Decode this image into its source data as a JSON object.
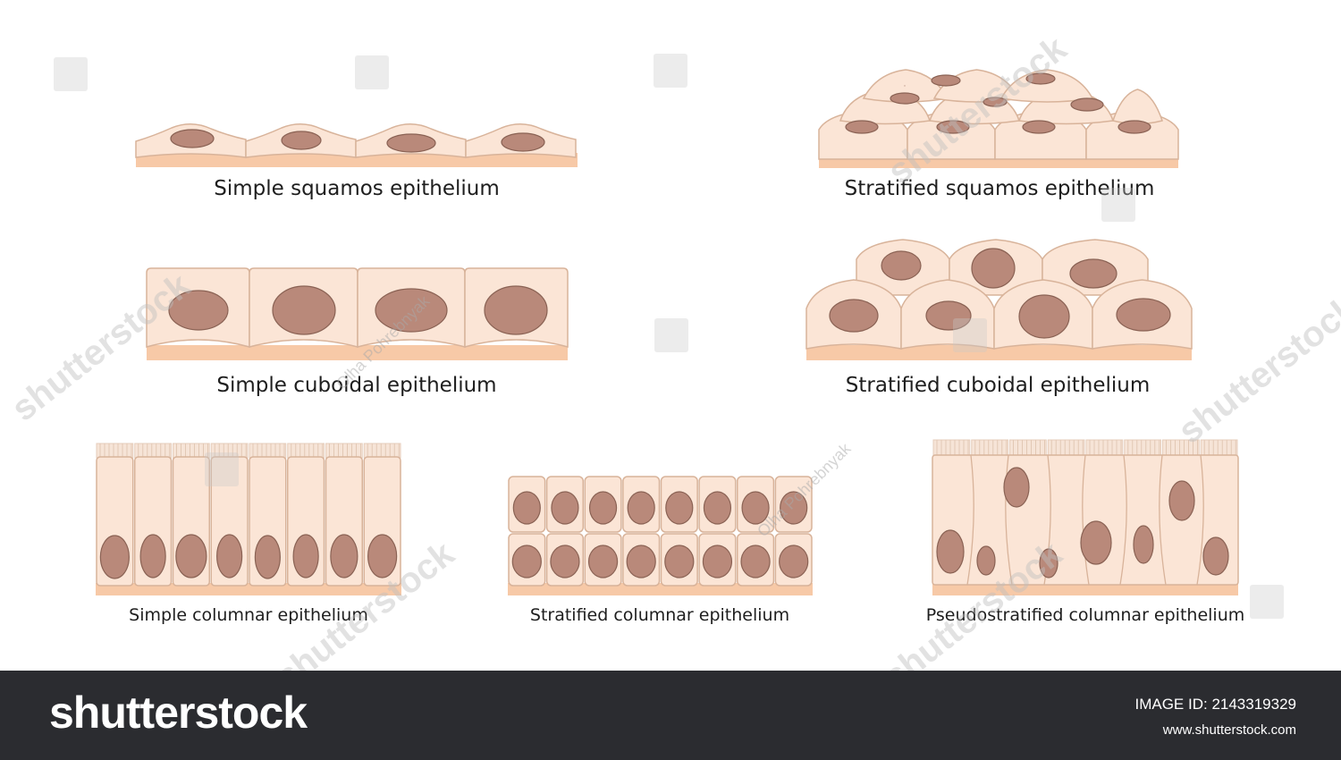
{
  "colors": {
    "cell_fill": "#fbe5d6",
    "cell_stroke": "#d8b39a",
    "nucleus_fill": "#b9897a",
    "nucleus_stroke": "#8a6254",
    "basement": "#f7c9a7",
    "footer_bg": "#2b2c30"
  },
  "panels": {
    "simple_squamous": "Simple squamos epithelium",
    "stratified_squamous": "Stratified squamos epithelium",
    "simple_cuboidal": "Simple cuboidal epithelium",
    "stratified_cuboidal": "Stratified cuboidal epithelium",
    "simple_columnar": "Simple columnar epithelium",
    "stratified_columnar": "Stratified columnar epithelium",
    "pseudostratified_columnar": "Pseudostratified columnar epithelium"
  },
  "watermark": {
    "mark": "shutterstock",
    "author": "Olha Pohrebnyak"
  },
  "footer": {
    "brand": "shutterstock",
    "image_id": "IMAGE ID: 2143319329",
    "site": "www.shutterstock.com"
  }
}
